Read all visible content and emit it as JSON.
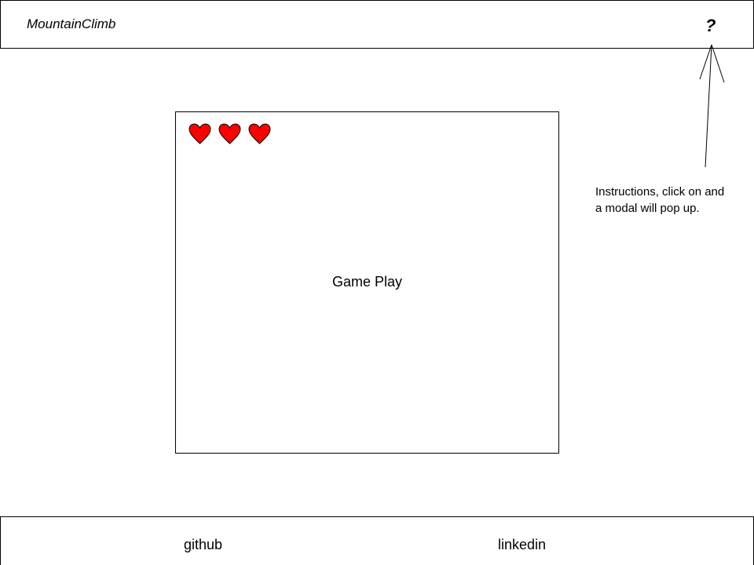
{
  "header": {
    "app_title": "MountainClimb",
    "help_label": "?"
  },
  "annotation": {
    "instructions_text": "Instructions, click on and a modal will pop up."
  },
  "game": {
    "label": "Game Play",
    "lives": 3,
    "heart_icon": "heart-icon",
    "heart_color": "#ff0000"
  },
  "footer": {
    "links": [
      {
        "label": "github"
      },
      {
        "label": "linkedin"
      }
    ]
  }
}
